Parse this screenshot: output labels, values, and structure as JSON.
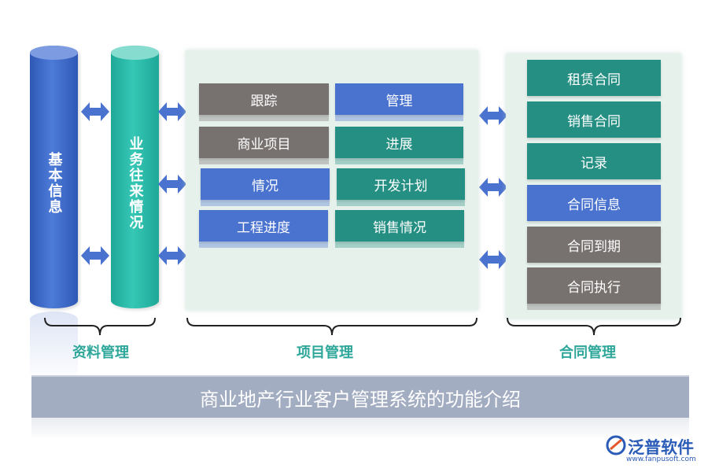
{
  "columns": {
    "basic_info": "基本信息",
    "business": "业务往来情况"
  },
  "groups": {
    "data_mgmt": "资料管理",
    "project_mgmt": "项目管理",
    "contract_mgmt": "合同管理"
  },
  "project_boxes": {
    "left": [
      "跟踪",
      "商业项目",
      "情况",
      "工程进度"
    ],
    "right": [
      "管理",
      "进展",
      "开发计划",
      "销售情况"
    ]
  },
  "contract_boxes": [
    "租赁合同",
    "销售合同",
    "记录",
    "合同信息",
    "合同到期",
    "合同执行"
  ],
  "banner": "商业地产行业客户管理系统的功能介绍",
  "logo": {
    "name": "泛普软件",
    "url": "www.fanpusoft.com"
  },
  "colors": {
    "blue_cylinder": "#3f68c4",
    "teal_cylinder": "#2dbfae",
    "gray_box": "#777170",
    "blue_box": "#4a72cf",
    "teal_box": "#258f83",
    "group_label": "#2ea79a",
    "banner": "#a3adc2"
  }
}
